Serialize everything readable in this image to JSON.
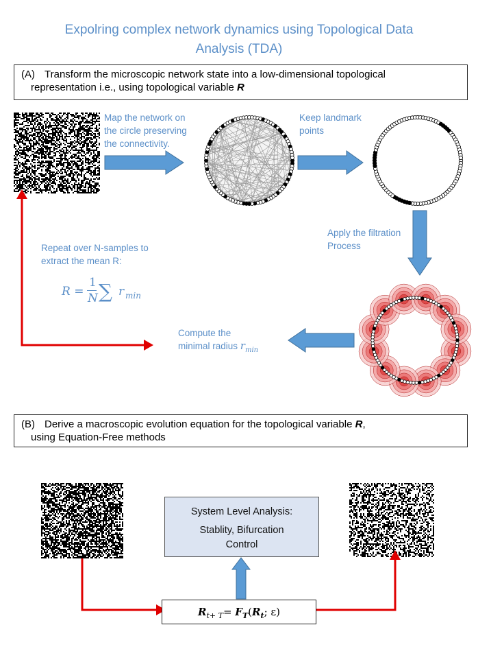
{
  "title_line1": "Expolring complex network dynamics using Topological Data",
  "title_line2": "Analysis (TDA)",
  "section_a": {
    "label": "(A)",
    "line1": "Transform the microscopic network state into a low-dimensional topological",
    "line2": "representation i.e., using topological variable",
    "variable": "R"
  },
  "steps": {
    "map_line1": "Map the network on",
    "map_line2": "the circle preserving",
    "map_line3": "the connectivity.",
    "keep_line1": "Keep landmark",
    "keep_line2": "points",
    "filter_line1": "Apply the filtration",
    "filter_line2": "Process",
    "repeat_line1": "Repeat over N-samples to",
    "repeat_line2": "extract the mean R:",
    "compute_line1": "Compute the",
    "compute_line2": "minimal radius"
  },
  "formula": {
    "lhs": "R =",
    "num": "1",
    "den": "N",
    "sum": "∑",
    "r": "r",
    "sub": "min"
  },
  "section_b": {
    "label": "(B)",
    "line1": "Derive a macroscopic evolution equation for the topological variable",
    "variable": "R",
    "line1_end": ",",
    "line2": "using Equation-Free methods"
  },
  "system": {
    "line1": "System Level Analysis:",
    "line2": "Stablity, Bifurcation",
    "line3": "Control"
  },
  "equation": {
    "R": "R",
    "sub1": "t+ T",
    "eq": "=",
    "F": "F",
    "subT": "T",
    "open": "(",
    "R2": "R",
    "subt": "t",
    "rest": "; ε)"
  },
  "colors": {
    "accent_text": "#5B8FC8",
    "arrow_fill": "#5B9BD5",
    "red": "#E00000",
    "system_fill": "#DCE4F2"
  }
}
